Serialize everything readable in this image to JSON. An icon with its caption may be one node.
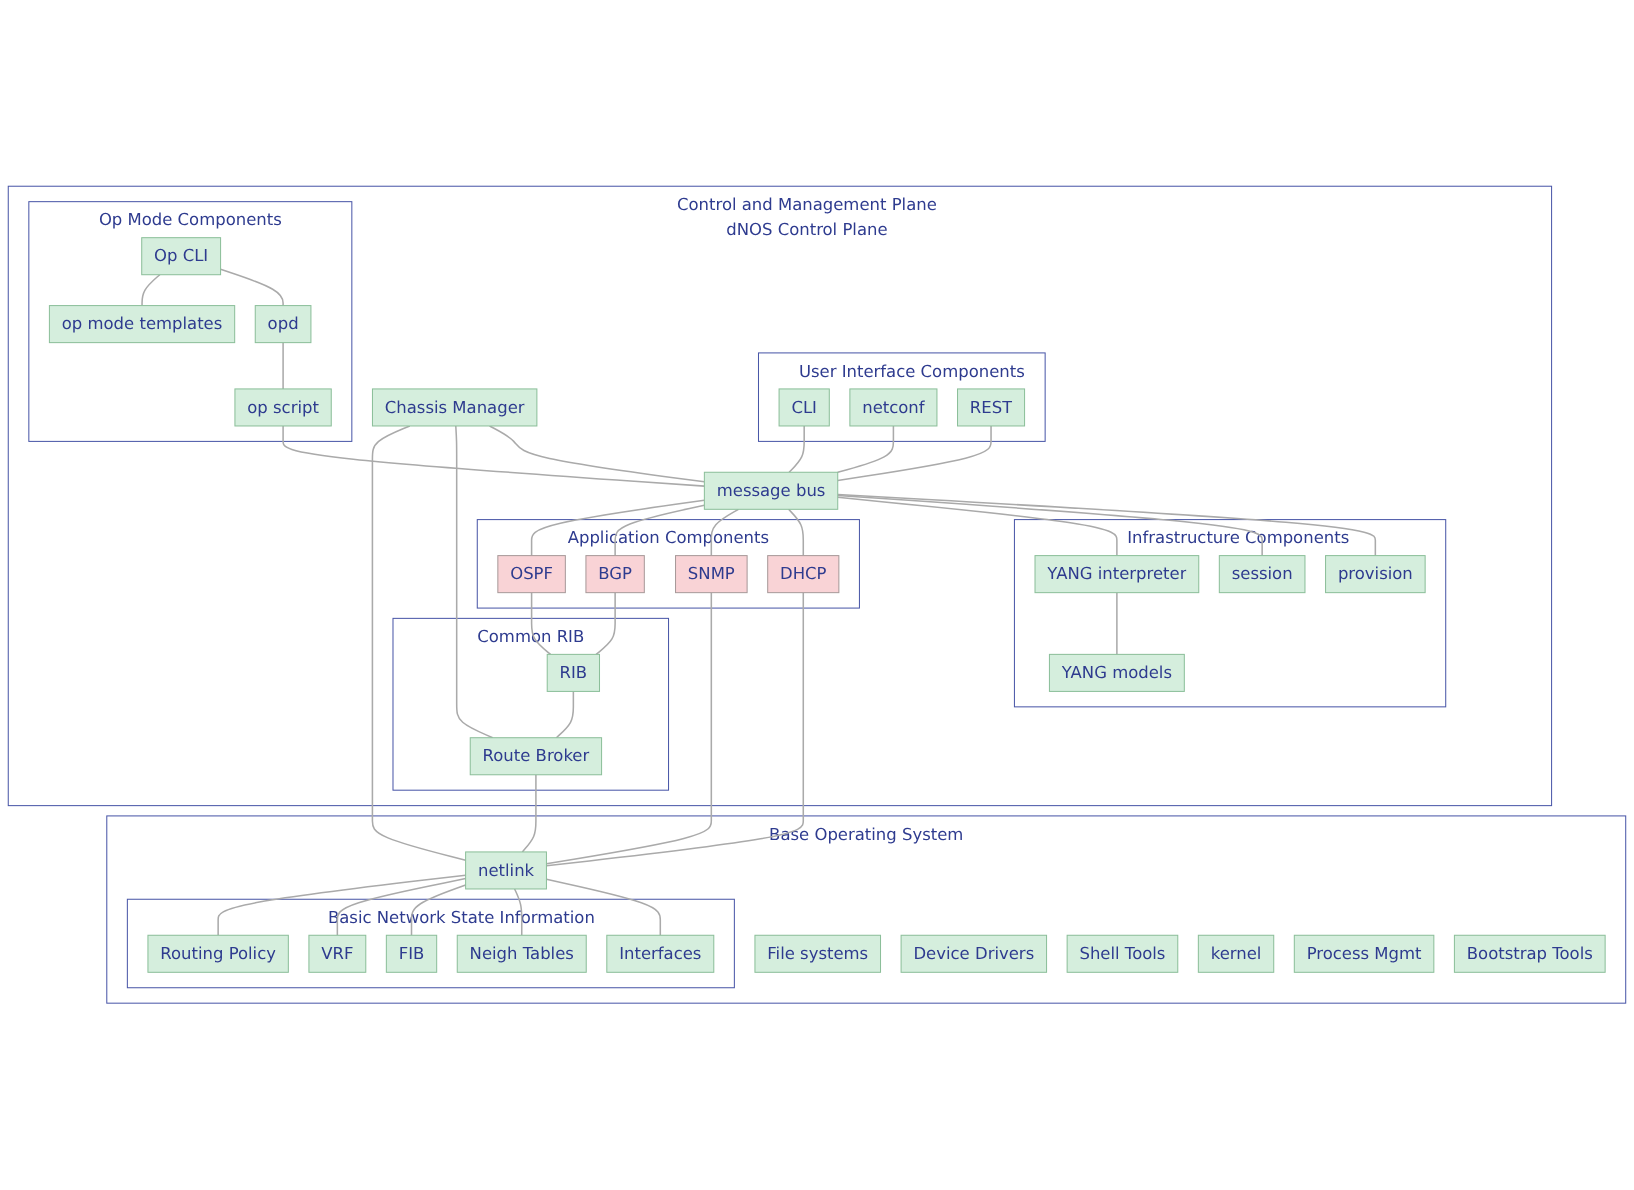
{
  "diagram": {
    "nodes": [
      {
        "text": [
          "Control and Management Plane",
          "dNOS Control Plane"
        ]
      },
      {
        "text": [
          "User Interface Components"
        ],
        "in": 0
      },
      {
        "text": [
          "CLI"
        ],
        "in": 1
      },
      {
        "text": [
          "netconf"
        ],
        "in": 1
      },
      {
        "text": [
          "REST"
        ],
        "in": 1
      },
      {
        "text": [
          "Op Mode Components"
        ],
        "in": 0
      },
      {
        "text": [
          "Op CLI"
        ],
        "in": 5
      },
      {
        "text": [
          "opd"
        ],
        "in": 5
      },
      {
        "text": [
          "op script"
        ],
        "in": 5
      },
      {
        "text": [
          "op mode templates"
        ],
        "in": 5
      },
      {
        "text": [
          "Chassis Manager"
        ],
        "in": 0
      },
      {
        "text": [
          "message bus"
        ],
        "in": 0
      },
      {
        "text": [
          "Infrastructure Components"
        ],
        "in": 0
      },
      {
        "text": [
          "provision"
        ],
        "in": 12
      },
      {
        "text": [
          "session"
        ],
        "in": 12
      },
      {
        "text": [
          "YANG interpreter"
        ],
        "in": 12
      },
      {
        "text": [
          "YANG models"
        ],
        "in": 12
      },
      {
        "text": [
          "Application Components"
        ],
        "in": 0
      },
      {
        "text": [
          "DHCP"
        ],
        "in": 17
      },
      {
        "text": [
          "BGP"
        ],
        "in": 17
      },
      {
        "text": [
          "SNMP"
        ],
        "in": 17
      },
      {
        "text": [
          "OSPF"
        ],
        "in": 17
      },
      {
        "text": [
          "Common RIB"
        ],
        "in": 0
      },
      {
        "text": [
          "RIB"
        ],
        "in": 22
      },
      {
        "text": [
          "Route Broker"
        ],
        "in": 22
      },
      {
        "text": [
          "Base Operating System"
        ]
      },
      {
        "text": [
          "netlink"
        ],
        "in": 25
      },
      {
        "text": [
          "File systems"
        ],
        "in": 25
      },
      {
        "text": [
          "Device Drivers"
        ],
        "in": 25
      },
      {
        "text": [
          "Shell Tools"
        ],
        "in": 25
      },
      {
        "text": [
          "kernel"
        ],
        "in": 25
      },
      {
        "text": [
          "Process Mgmt"
        ],
        "in": 25
      },
      {
        "text": [
          "Bootstrap Tools"
        ],
        "in": 25
      },
      {
        "text": [
          "Basic Network State Information"
        ],
        "in": 25
      },
      {
        "text": [
          "Interfaces"
        ],
        "in": 33
      },
      {
        "text": [
          "FIB"
        ],
        "in": 33
      },
      {
        "text": [
          "Routing Policy"
        ],
        "in": 33
      },
      {
        "text": [
          "Neigh Tables"
        ],
        "in": 33
      },
      {
        "text": [
          "VRF"
        ],
        "in": 33
      }
    ],
    "edges": [
      {
        "from": 2,
        "to": 11,
        "arrow": "none"
      },
      {
        "from": 3,
        "to": 11,
        "arrow": "none"
      },
      {
        "from": 4,
        "to": 11,
        "arrow": "none"
      },
      {
        "from": 6,
        "to": 7,
        "arrow": "none"
      },
      {
        "from": 7,
        "to": 8,
        "arrow": "none"
      },
      {
        "from": 6,
        "to": 9,
        "arrow": "none"
      },
      {
        "from": 8,
        "to": 11,
        "arrow": "none"
      },
      {
        "from": 10,
        "to": 11,
        "arrow": "none"
      },
      {
        "from": 11,
        "to": 13,
        "arrow": "none"
      },
      {
        "from": 11,
        "to": 14,
        "arrow": "none"
      },
      {
        "from": 11,
        "to": 15,
        "arrow": "none"
      },
      {
        "from": 15,
        "to": 16,
        "arrow": "none"
      },
      {
        "from": 11,
        "to": 18,
        "arrow": "none"
      },
      {
        "from": 11,
        "to": 20,
        "arrow": "none"
      },
      {
        "from": 11,
        "to": 19,
        "arrow": "none"
      },
      {
        "from": 11,
        "to": 21,
        "arrow": "none"
      },
      {
        "from": 19,
        "to": 23,
        "arrow": "none"
      },
      {
        "from": 21,
        "to": 23,
        "arrow": "none"
      },
      {
        "from": 23,
        "to": 24,
        "arrow": "none"
      },
      {
        "from": 10,
        "to": 24,
        "arrow": "none"
      },
      {
        "from": 18,
        "to": 26,
        "arrow": "none"
      },
      {
        "from": 20,
        "to": 26,
        "arrow": "none"
      },
      {
        "from": 24,
        "to": 26,
        "arrow": "none"
      },
      {
        "from": 10,
        "to": 26,
        "arrow": "none"
      },
      {
        "from": 26,
        "to": 34,
        "arrow": "none"
      },
      {
        "from": 26,
        "to": 37,
        "arrow": "none"
      },
      {
        "from": 26,
        "to": 35,
        "arrow": "none"
      },
      {
        "from": 26,
        "to": 38,
        "arrow": "none"
      },
      {
        "from": 26,
        "to": 36,
        "arrow": "none"
      }
    ]
  }
}
